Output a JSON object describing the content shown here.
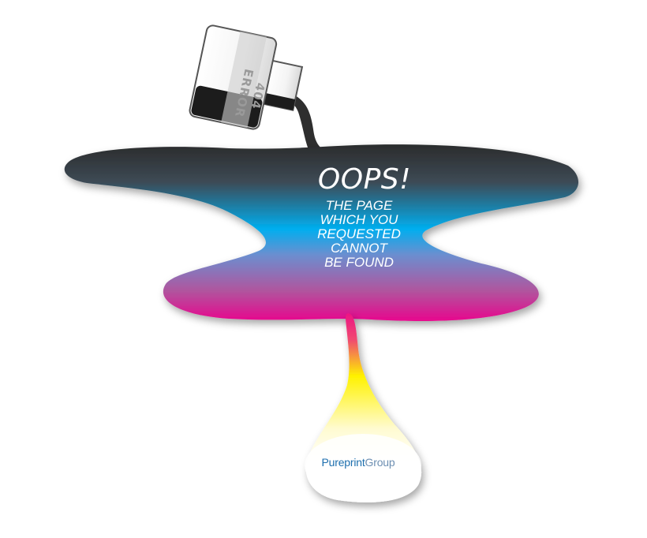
{
  "bottle": {
    "label": "404 ERROR"
  },
  "message": {
    "headline": "OOPS!",
    "lines": [
      "THE PAGE",
      "WHICH YOU",
      "REQUESTED",
      "CANNOT",
      "BE FOUND"
    ]
  },
  "logo": {
    "part1": "Pureprint",
    "part2": "Group"
  },
  "colors": {
    "ink_black": "#2e2e2e",
    "cyan": "#00aeef",
    "magenta": "#ec008c",
    "yellow": "#fff200",
    "logo_blue": "#1d6fae"
  }
}
